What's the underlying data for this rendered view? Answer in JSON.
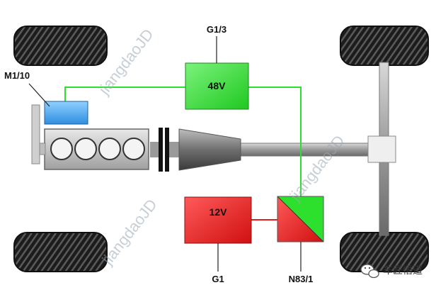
{
  "labels": {
    "g13": "G1/3",
    "m110": "M1/10",
    "g1": "G1",
    "n831": "N83/1"
  },
  "boxes": {
    "battery_48v": "48V",
    "battery_12v": "12V"
  },
  "watermarks": [
    "jiangdaoJD",
    "jiangdaoJD",
    "jiangdaoJD"
  ],
  "brand": "车匠悟道",
  "colors": {
    "green": "#2ee02e",
    "red": "#e02020",
    "blue": "#4aa8e8",
    "shaft": "#a8a8a8",
    "tire": "#222222"
  },
  "icons": [
    "tire-icon",
    "wechat-icon"
  ]
}
